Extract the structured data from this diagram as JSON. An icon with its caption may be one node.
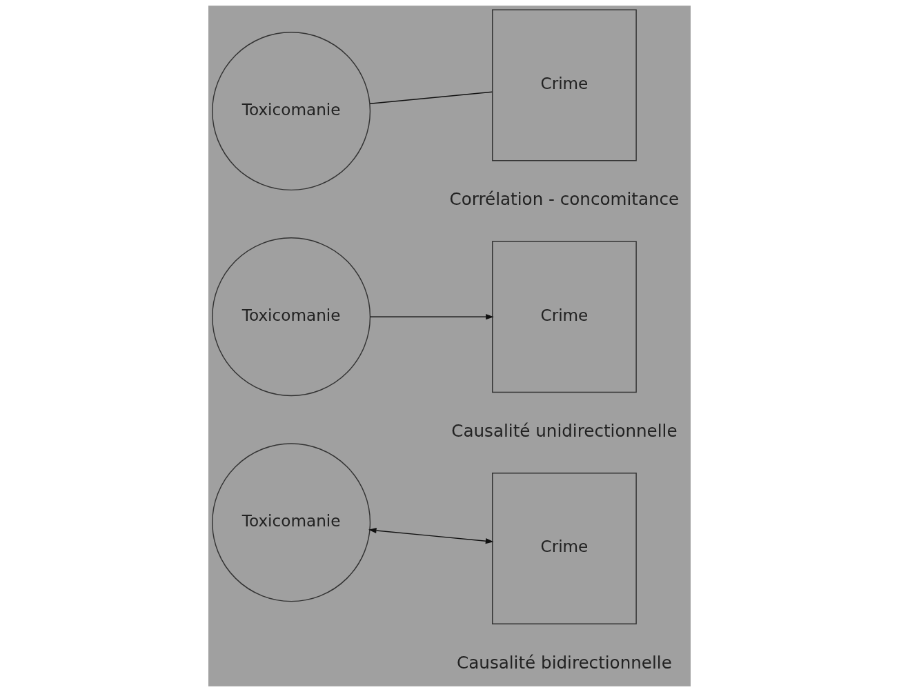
{
  "diagram": {
    "nodes": [
      {
        "text": [
          "Toxicomanie"
        ]
      },
      {
        "text": [
          "Crime"
        ]
      },
      {
        "text": [
          "Toxicomanie"
        ]
      },
      {
        "text": [
          "Crime"
        ]
      },
      {
        "text": [
          "Toxicomanie"
        ]
      },
      {
        "text": [
          "Crime"
        ]
      }
    ],
    "edges": [
      {
        "from": 0,
        "to": 1,
        "arrow": "none"
      },
      {
        "from": 2,
        "to": 3,
        "arrow": "to"
      },
      {
        "from": 4,
        "to": 5,
        "arrow": "both"
      }
    ],
    "labels": [
      "Corrélation - concomitance",
      "Causalité unidirectionnelle",
      "Causalité bidirectionnelle"
    ]
  }
}
